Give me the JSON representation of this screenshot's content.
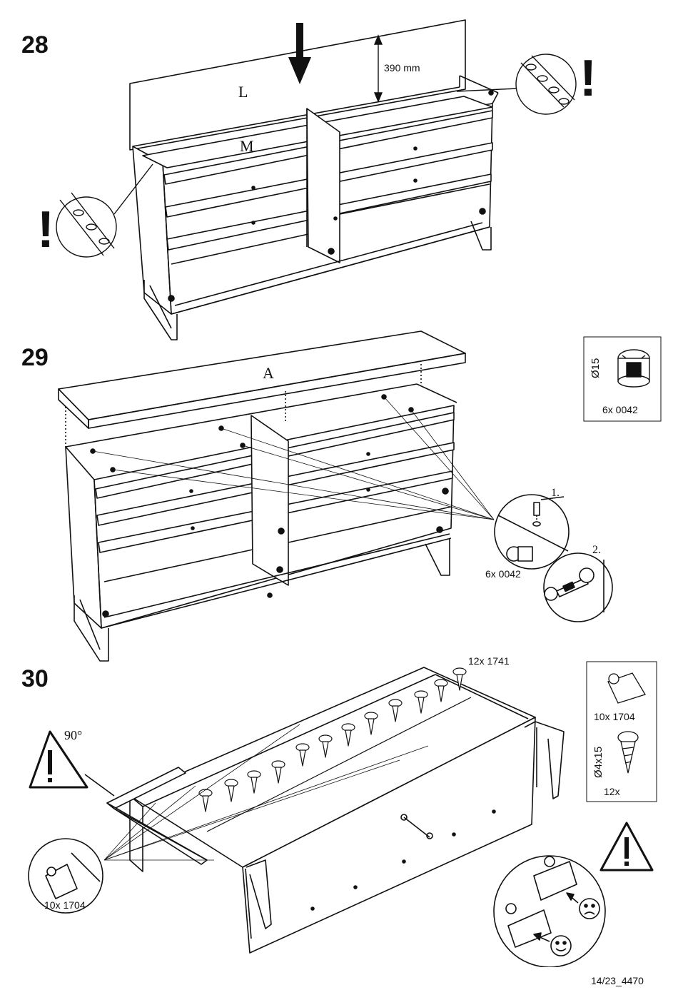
{
  "steps": {
    "s28": {
      "number": "28",
      "dimension": "390 mm",
      "panel_top": "L",
      "panel_mid": "M",
      "warning": "!"
    },
    "s29": {
      "number": "29",
      "panel_top": "A",
      "fitting_box": {
        "diameter": "Ø15",
        "quantity": "6x 0042"
      },
      "callout_qty": "6x 0042",
      "sub_step_1": "1.",
      "sub_step_2": "2."
    },
    "s30": {
      "number": "30",
      "screw_qty": "12x 1741",
      "angle": "90°",
      "fitting_box": {
        "bracket_qty": "10x 1704",
        "screw_size": "Ø4x15",
        "screw_qty": "12x"
      },
      "callout_qty": "10x 1704"
    }
  },
  "footer": {
    "page_code": "14/23_4470"
  }
}
